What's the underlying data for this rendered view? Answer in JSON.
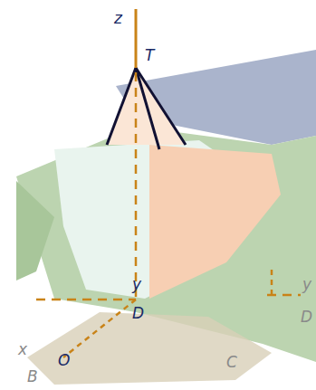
{
  "diagram": {
    "labels": [
      "z",
      "T",
      "y",
      "D",
      "y",
      "D",
      "O",
      "x",
      "B",
      "C"
    ]
  }
}
